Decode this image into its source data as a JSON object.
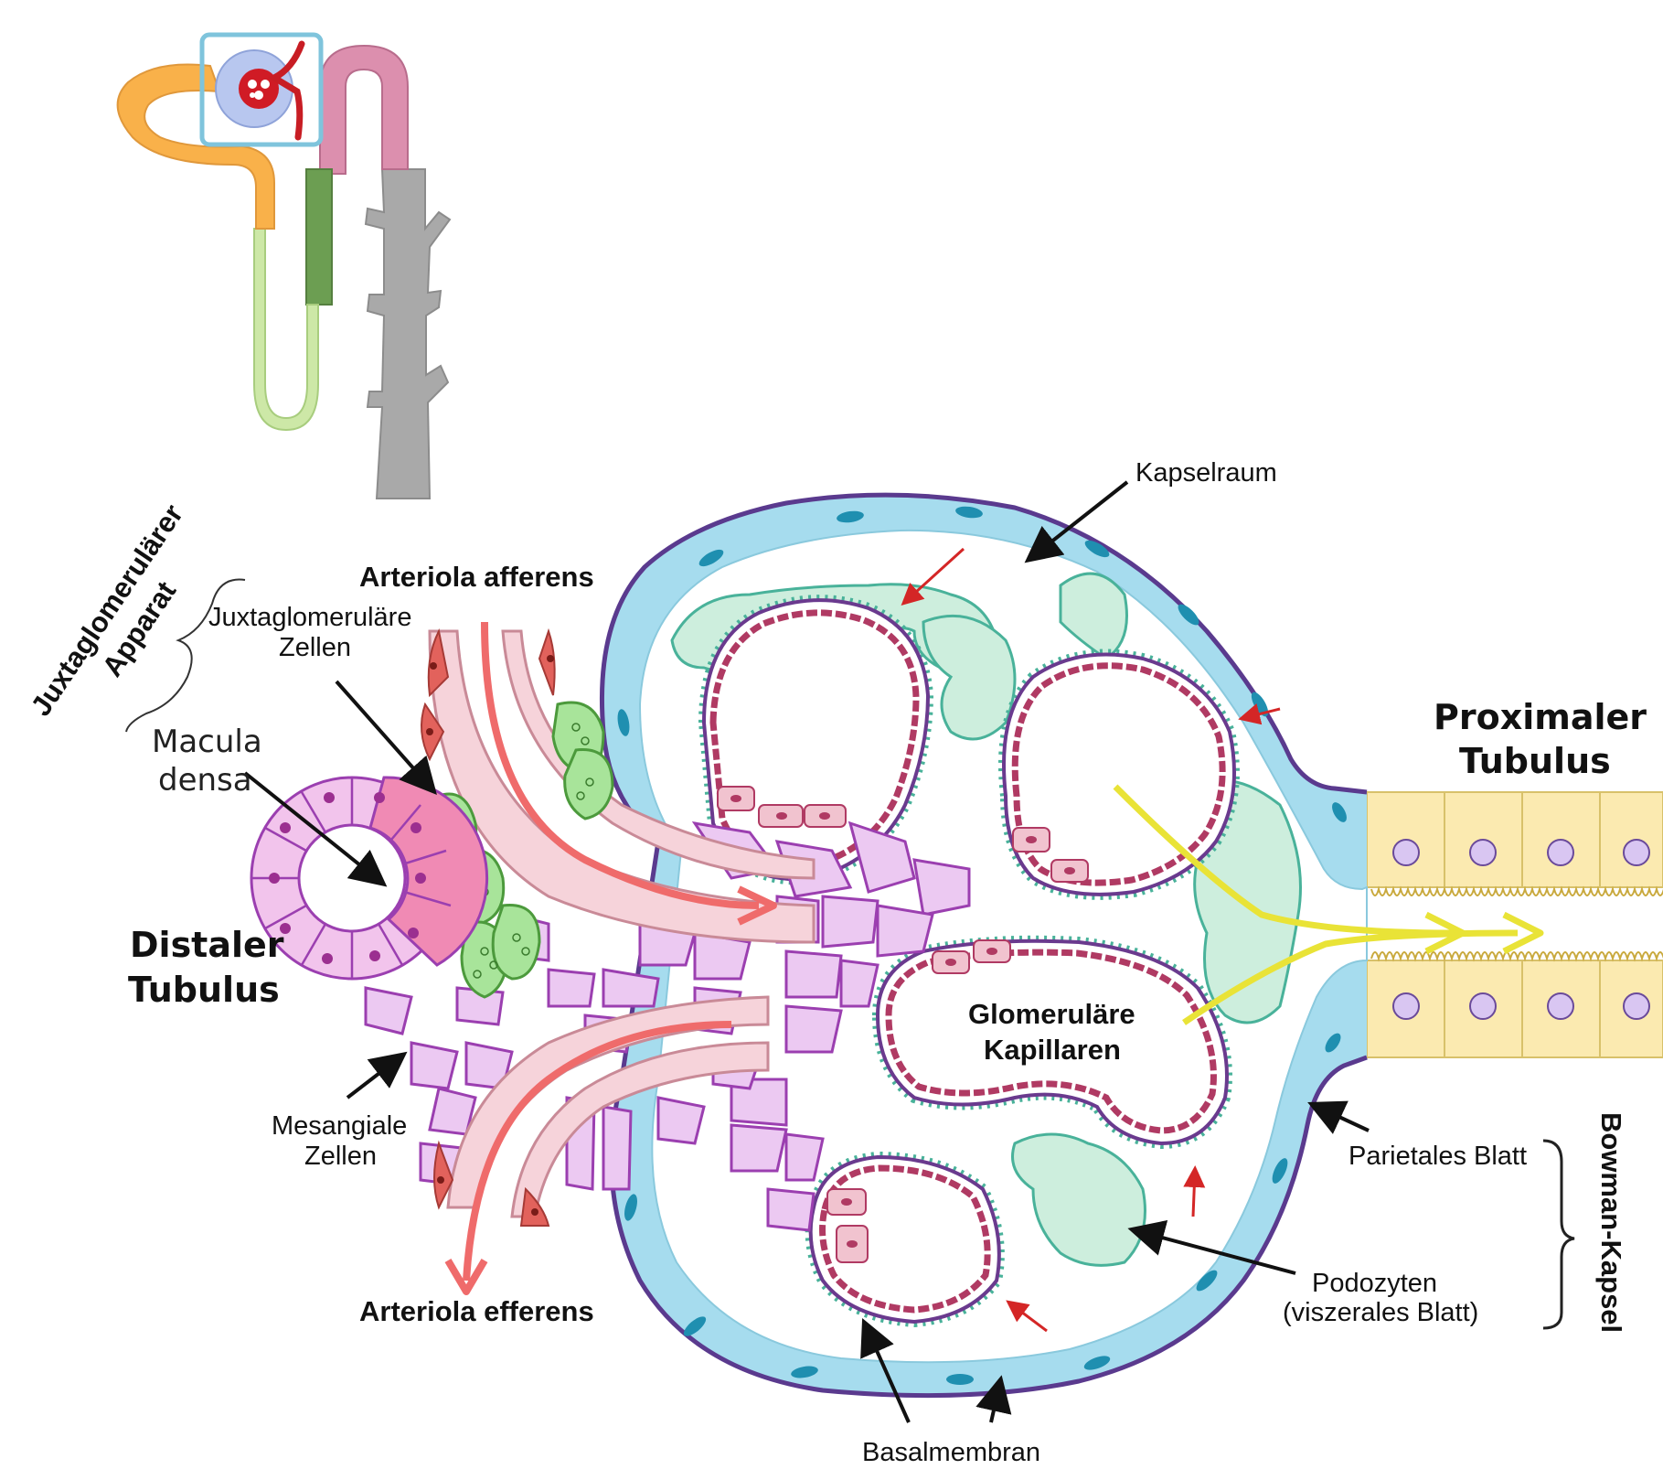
{
  "labels": {
    "kapselraum": "Kapselraum",
    "arteriola_afferens": "Arteriola afferens",
    "juxta_zellen_1": "Juxtaglomeruläre",
    "juxta_zellen_2": "Zellen",
    "jga_1": "Juxtaglomerulärer",
    "jga_2": "Apparat",
    "macula_1": "Macula",
    "macula_2": "densa",
    "distaler_1": "Distaler",
    "distaler_2": "Tubulus",
    "proximaler_1": "Proximaler",
    "proximaler_2": "Tubulus",
    "glom_1": "Glomeruläre",
    "glom_2": "Kapillaren",
    "mesangiale_1": "Mesangiale",
    "mesangiale_2": "Zellen",
    "parietales": "Parietales Blatt",
    "bowman": "Bowman-Kapsel",
    "podozyten_1": "Podozyten",
    "podozyten_2": "(viszerales Blatt)",
    "arteriola_efferens": "Arteriola efferens",
    "basalmembran": "Basalmembran"
  },
  "colors": {
    "parietal_cell": "#a6dcee",
    "parietal_nucleus": "#1f8fb0",
    "capsule_outline": "#5a3a8e",
    "podocyte": "#cdeedd",
    "podocyte_line": "#49b29a",
    "capillary_wall": "#b03a63",
    "capillary_cell": "#f1c3cf",
    "mesangial": "#ecc9f2",
    "mesangial_line": "#9b3fb0",
    "distal_cell": "#f2c4ec",
    "macula_cell": "#f08ab4",
    "jg_cell": "#a8e49a",
    "arteriole": "#f6d3da",
    "smooth_muscle": "#e2625c",
    "flow_arrow": "#ef6b6b",
    "filtrate_arrow": "#e9e337",
    "proximal_cell": "#fbeab0",
    "loop_orange": "#f9b14a",
    "loop_green_light": "#cde8a7",
    "loop_green_dark": "#6c9e52",
    "loop_pink": "#dc8fae",
    "collecting_duct": "#a9a9a9",
    "inset_box": "#7fc4dc"
  }
}
